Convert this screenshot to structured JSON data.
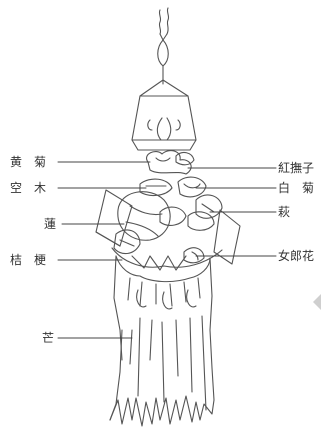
{
  "diagram": {
    "labels_left": [
      {
        "id": "kigiku",
        "text": "黄　菊"
      },
      {
        "id": "kuuboku",
        "text": "空　木"
      },
      {
        "id": "hasu",
        "text": "蓮"
      },
      {
        "id": "kikyou",
        "text": "桔　梗"
      },
      {
        "id": "susuki",
        "text": "芒"
      }
    ],
    "labels_right": [
      {
        "id": "benimanako",
        "text": "紅撫子"
      },
      {
        "id": "shiragiku",
        "text": "白　菊"
      },
      {
        "id": "hagi",
        "text": "萩"
      },
      {
        "id": "ominaeshi",
        "text": "女郎花"
      }
    ]
  },
  "colors": {
    "line": "#555555",
    "text": "#333333",
    "scroll_tab": "#cfcfcf"
  }
}
